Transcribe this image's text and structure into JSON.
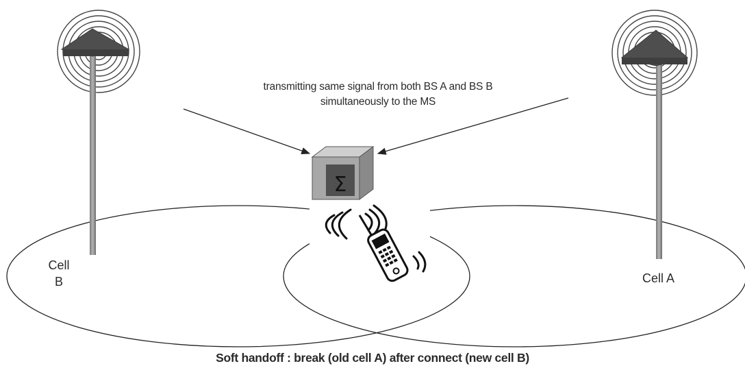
{
  "annotation": {
    "line1": "transmitting same signal from both BS A and BS B",
    "line2": "simultaneously to the MS"
  },
  "cells": {
    "left": {
      "line1": "Cell",
      "line2": "B"
    },
    "right": {
      "label": "Cell A"
    }
  },
  "combiner": {
    "symbol": "Σ"
  },
  "caption": "Soft handoff : break (old cell A) after connect (new cell B)"
}
